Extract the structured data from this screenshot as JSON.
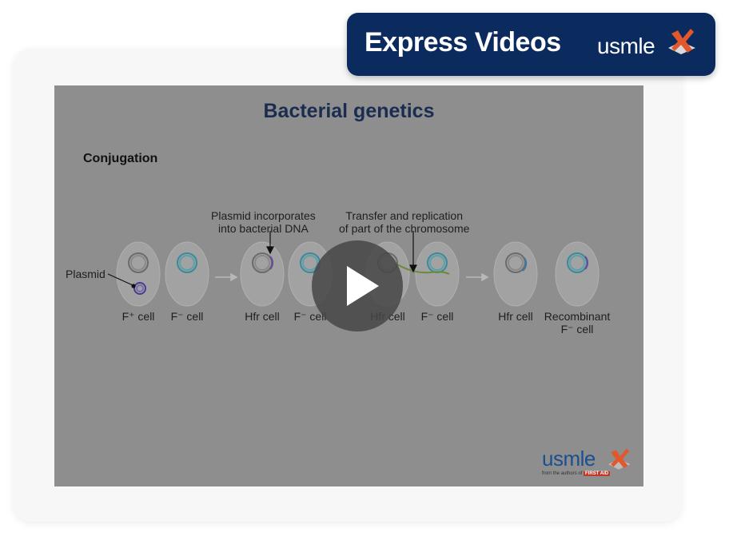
{
  "badge": {
    "title": "Express Videos",
    "logo_text": "usmle",
    "logo_icon": "usmle-x-icon"
  },
  "video": {
    "slide_title": "Bacterial genetics",
    "section": "Conjugation",
    "captions": {
      "incorporate": "Plasmid incorporates\ninto bacterial DNA",
      "transfer": "Transfer and replication\nof part of the chromosome",
      "plasmid": "Plasmid"
    },
    "cell_labels": [
      "F⁺ cell",
      "F⁻ cell",
      "Hfr cell",
      "F⁻ cell",
      "Hfr cell",
      "F⁻ cell",
      "Hfr cell",
      "Recombinant\nF⁻ cell"
    ],
    "logo_text": "usmle",
    "logo_sub_prefix": "from the authors of",
    "logo_sub_brand": "FIRST AID",
    "play_icon": "play-icon"
  },
  "colors": {
    "badge_bg": "#0b2a5e",
    "overlay": "#8e8e8e",
    "title": "#1a2d50",
    "logo": "#1b4f8f",
    "accent_orange": "#e2572b"
  }
}
